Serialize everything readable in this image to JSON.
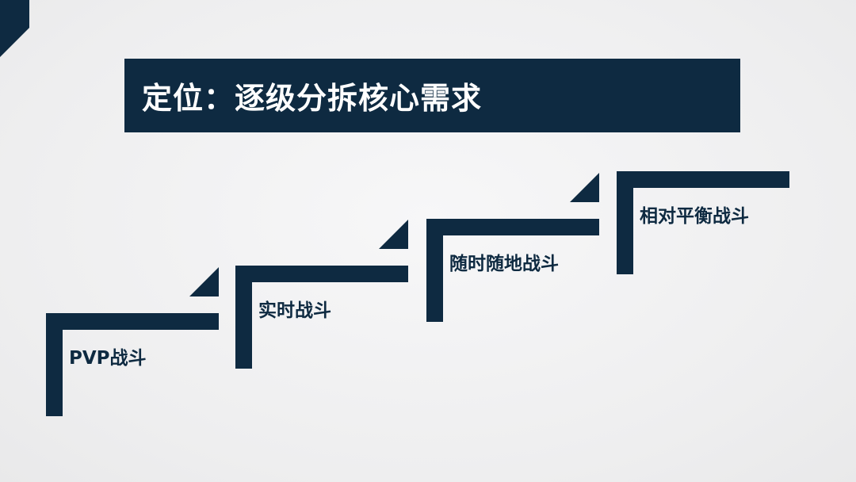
{
  "colors": {
    "accent": "#0e2a41",
    "background": "#f0f0f1",
    "title_text": "#ffffff"
  },
  "title": {
    "text": "定位：逐级分拆核心需求"
  },
  "steps": [
    {
      "label": "PVP战斗"
    },
    {
      "label": "实时战斗"
    },
    {
      "label": "随时随地战斗"
    },
    {
      "label": "相对平衡战斗"
    }
  ]
}
